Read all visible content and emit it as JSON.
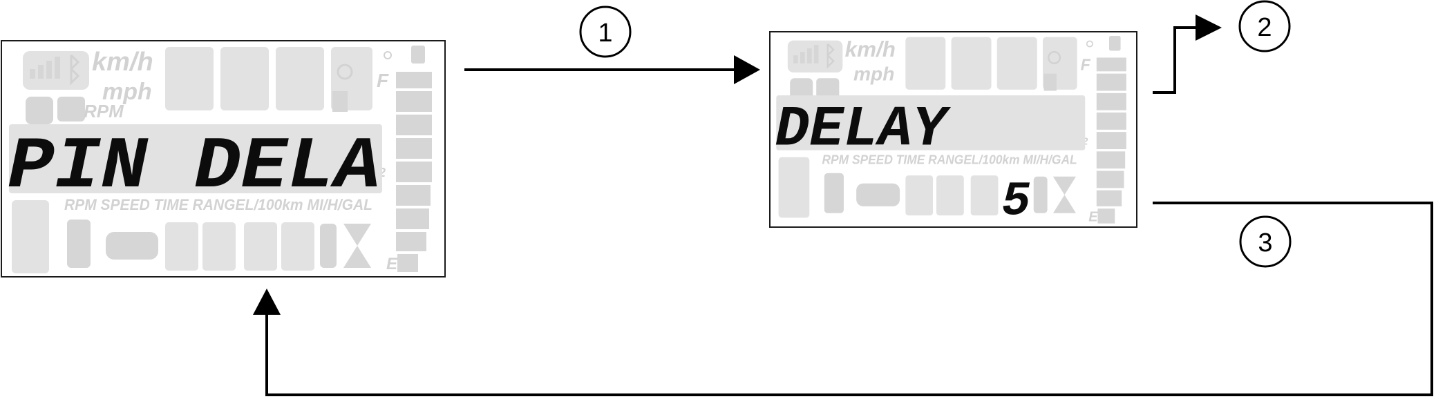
{
  "colors": {
    "ink": "#000000",
    "lcd_ghost": "#d6d6d6",
    "lcd_active": "#0c0c0c"
  },
  "screens": [
    {
      "id": "screen-1",
      "units_speed": "km/h",
      "units_speed_alt": "mph",
      "units_rpm": "RPM",
      "fuel_full": "F",
      "fuel_half": "1/2",
      "fuel_empty": "E",
      "mode_labels": "RPM SPEED TIME RANGEL/100km MI/H/GAL",
      "main_message": "PIN DELA"
    },
    {
      "id": "screen-2",
      "units_speed": "km/h",
      "units_speed_alt": "mph",
      "fuel_full": "F",
      "fuel_half": "1/2",
      "fuel_empty": "E",
      "mode_labels": "RPM SPEED TIME RANGEL/100km MI/H/GAL",
      "main_message": "DELAY",
      "countdown": "5"
    }
  ],
  "steps": [
    "1",
    "2",
    "3"
  ]
}
